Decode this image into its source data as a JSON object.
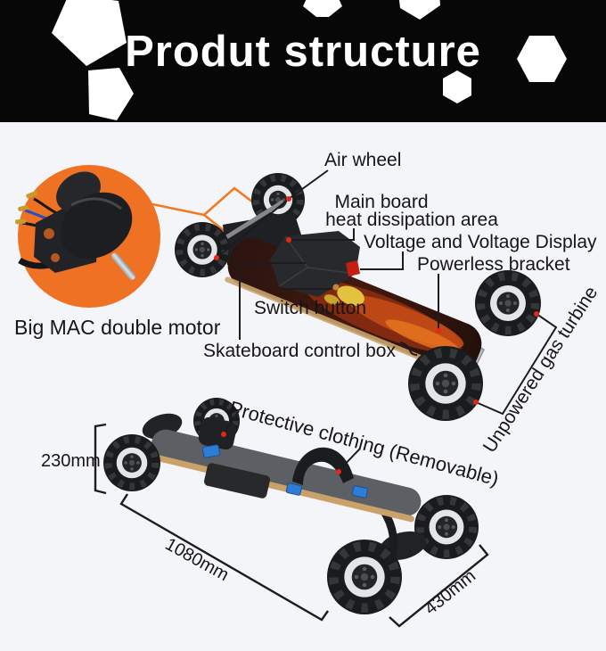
{
  "banner": {
    "title": "Produt structure"
  },
  "callouts": {
    "air_wheel": "Air wheel",
    "main_board_line1": "Main board",
    "main_board_line2": "heat dissipation area",
    "voltage_display": "Voltage and Voltage Display",
    "powerless_bracket": "Powerless bracket",
    "switch_button": "Switch button",
    "skateboard_control_box": "Skateboard control box",
    "unpowered_gas_turbine": "Unpowered gas turbine",
    "protective_clothing": "Protective clothing (Removable)",
    "big_mac_motor": "Big MAC double motor"
  },
  "dimensions": {
    "deck_height": "230mm",
    "board_length": "1080mm",
    "rear_width": "430mm"
  },
  "colors": {
    "accent_orange": "#ee7124",
    "banner_black": "#070707",
    "background": "#f4f5f8",
    "annotation": "#1c1c1c",
    "marker_red": "#e62617",
    "deck_wood": "#c9a26a",
    "hardware_blue": "#2e7cd6"
  }
}
